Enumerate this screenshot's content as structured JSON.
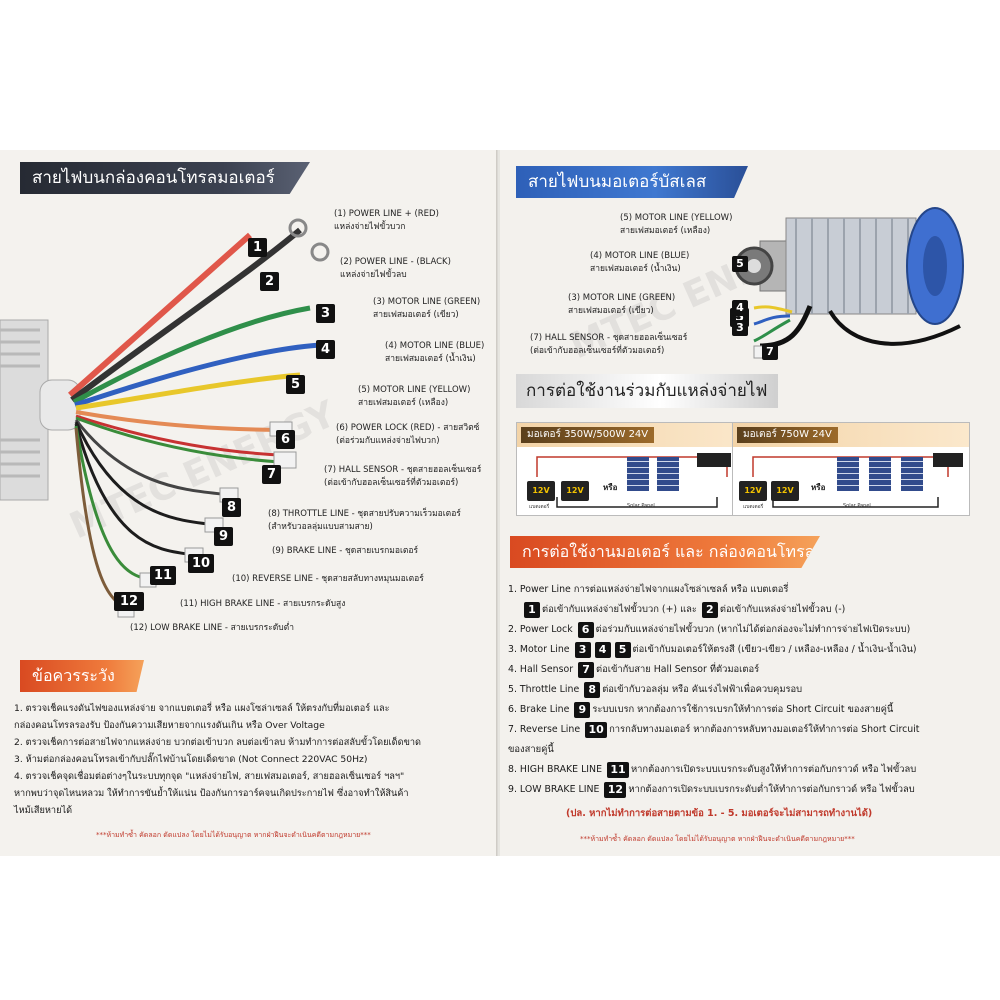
{
  "left": {
    "header": "สายไฟบนกล่องคอนโทรลมอเตอร์",
    "watermark": "MTEC ENERGY",
    "wires": [
      {
        "num": "1",
        "label": "(1) POWER LINE + (RED)",
        "sub": "แหล่งจ่ายไฟขั้วบวก"
      },
      {
        "num": "2",
        "label": "(2) POWER LINE - (BLACK)",
        "sub": "แหล่งจ่ายไฟขั้วลบ"
      },
      {
        "num": "3",
        "label": "(3) MOTOR LINE (GREEN)",
        "sub": "สายเฟสมอเตอร์ (เขียว)"
      },
      {
        "num": "4",
        "label": "(4) MOTOR LINE (BLUE)",
        "sub": "สายเฟสมอเตอร์ (น้ำเงิน)"
      },
      {
        "num": "5",
        "label": "(5) MOTOR LINE (YELLOW)",
        "sub": "สายเฟสมอเตอร์ (เหลือง)"
      },
      {
        "num": "6",
        "label": "(6) POWER LOCK (RED) - สายสวิตซ์",
        "sub": "(ต่อร่วมกับแหล่งจ่ายไฟบวก)"
      },
      {
        "num": "7",
        "label": "(7) HALL SENSOR - ชุดสายฮอลเซ็นเซอร์",
        "sub": "(ต่อเข้ากับฮอลเซ็นเซอร์ที่ตัวมอเตอร์)"
      },
      {
        "num": "8",
        "label": "(8) THROTTLE LINE - ชุดสายปรับความเร็วมอเตอร์",
        "sub": "(สำหรับวอลลุ่มแบบสามสาย)"
      },
      {
        "num": "9",
        "label": "(9) BRAKE LINE - ชุดสายเบรกมอเตอร์",
        "sub": ""
      },
      {
        "num": "10",
        "label": "(10) REVERSE LINE - ชุดสายสลับทางหมุนมอเตอร์",
        "sub": ""
      },
      {
        "num": "11",
        "label": "(11) HIGH BRAKE LINE - สายเบรกระดับสูง",
        "sub": ""
      },
      {
        "num": "12",
        "label": "(12) LOW BRAKE LINE - สายเบรกระดับต่ำ",
        "sub": ""
      }
    ],
    "caution_header": "ข้อควรระวัง",
    "caution": [
      "1. ตรวจเช็คแรงดันไฟของแหล่งจ่าย จากแบตเตอรี่ หรือ แผงโซล่าเซลล์ ให้ตรงกับที่มอเตอร์ และ",
      "กล่องคอนโทรลรองรับ ป้องกันความเสียหายจากแรงดันเกิน หรือ Over Voltage",
      "2. ตรวจเช็คการต่อสายไฟจากแหล่งจ่าย บวกต่อเข้าบวก ลบต่อเข้าลบ ห้ามทำการต่อสลับขั้วโดยเด็ดขาด",
      "3. ห้ามต่อกล่องคอนโทรลเข้ากับปลั๊กไฟบ้านโดยเด็ดขาด (Not Connect 220VAC 50Hz)",
      "4. ตรวจเช็คจุดเชื่อมต่อต่างๆในระบบทุกจุด \"แหล่งจ่ายไฟ, สายเฟสมอเตอร์, สายฮอลเซ็นเซอร์ ฯลฯ\"",
      "หากพบว่าจุดไหนหลวม ให้ทำการขันย้ำให้แน่น ป้องกันการอาร์คจนเกิดประกายไฟ ซึ่งอาจทำให้สินค้า",
      "ไหม้เสียหายได้"
    ],
    "copyright": "***ห้ามทำซ้ำ คัดลอก ดัดแปลง โดยไม่ได้รับอนุญาต หากฝ่าฝืนจะดำเนินคดีตามกฎหมาย***"
  },
  "right": {
    "header": "สายไฟบนมอเตอร์บัสเลส",
    "motor_wires": [
      {
        "label": "(5) MOTOR LINE (YELLOW)",
        "sub": "สายเฟสมอเตอร์ (เหลือง)"
      },
      {
        "label": "(4) MOTOR LINE (BLUE)",
        "sub": "สายเฟสมอเตอร์ (น้ำเงิน)"
      },
      {
        "label": "(3) MOTOR LINE (GREEN)",
        "sub": "สายเฟสมอเตอร์ (เขียว)"
      },
      {
        "label": "(7) HALL SENSOR - ชุดสายฮอลเซ็นเซอร์",
        "sub": "(ต่อเข้ากับฮอลเซ็นเซอร์ที่ตัวมอเตอร์)"
      }
    ],
    "motor_nums": [
      "5",
      "4",
      "3",
      "7"
    ],
    "power_header": "การต่อใช้งานร่วมกับแหล่งจ่ายไฟ",
    "system_a": {
      "title": "มอเตอร์ 350W/500W 24V",
      "batt": "12V",
      "or": "หรือ",
      "batt_caption": "แบตเตอรี่",
      "panel_caption": "Solar Panel"
    },
    "system_b": {
      "title": "มอเตอร์ 750W 24V",
      "batt": "12V",
      "or": "หรือ",
      "batt_caption": "แบตเตอรี่",
      "panel_caption": "Solar Panel"
    },
    "usage_header": "การต่อใช้งานมอเตอร์ และ กล่องคอนโทรล",
    "usage": [
      {
        "pre": "1. Power Line การต่อแหล่งจ่ายไฟจากแผงโซล่าเซลล์ หรือ แบตเตอรี่",
        "nums": [],
        "post": ""
      },
      {
        "pre": "",
        "nums": [
          "1"
        ],
        "post": "ต่อเข้ากับแหล่งจ่ายไฟขั้วบวก (+) และ",
        "nums2": [
          "2"
        ],
        "post2": "ต่อเข้ากับแหล่งจ่ายไฟขั้วลบ (-)"
      },
      {
        "pre": "2. Power Lock",
        "nums": [
          "6"
        ],
        "post": "ต่อร่วมกับแหล่งจ่ายไฟขั้วบวก (หากไม่ได้ต่อกล่องจะไม่ทำการจ่ายไฟเปิดระบบ)"
      },
      {
        "pre": "3. Motor Line",
        "nums": [
          "3",
          "4",
          "5"
        ],
        "post": "ต่อเข้ากับมอเตอร์ให้ตรงสี (เขียว-เขียว / เหลือง-เหลือง / น้ำเงิน-น้ำเงิน)"
      },
      {
        "pre": "4. Hall Sensor",
        "nums": [
          "7"
        ],
        "post": "ต่อเข้ากับสาย Hall Sensor ที่ตัวมอเตอร์"
      },
      {
        "pre": "5. Throttle Line",
        "nums": [
          "8"
        ],
        "post": "ต่อเข้ากับวอลลุ่ม หรือ คันเร่งไฟฟ้าเพื่อควบคุมรอบ"
      },
      {
        "pre": "6. Brake Line",
        "nums": [
          "9"
        ],
        "post": "ระบบเบรก หากต้องการใช้การเบรกให้ทำการต่อ Short Circuit ของสายคู่นี้"
      },
      {
        "pre": "7. Reverse Line",
        "nums": [
          "10"
        ],
        "post": "การกลับทางมอเตอร์ หากต้องการหลับทางมอเตอร์ให้ทำการต่อ Short Circuit"
      },
      {
        "pre": "ของสายคู่นี้",
        "nums": [],
        "post": ""
      },
      {
        "pre": "8. HIGH BRAKE LINE",
        "nums": [
          "11"
        ],
        "post": "หากต้องการเปิดระบบเบรกระดับสูงให้ทำการต่อกับกราวด์ หรือ ไฟขั้วลบ"
      },
      {
        "pre": "9. LOW BRAKE LINE",
        "nums": [
          "12"
        ],
        "post": "หากต้องการเปิดระบบเบรกระดับต่ำให้ทำการต่อกับกราวด์ หรือ ไฟขั้วลบ"
      }
    ],
    "note": "(ปล. หากไม่ทำการต่อสายตามข้อ 1. - 5. มอเตอร์จะไม่สามารถทำงานได้)",
    "copyright": "***ห้ามทำซ้ำ คัดลอก ดัดแปลง โดยไม่ได้รับอนุญาต หากฝ่าฝืนจะดำเนินคดีตามกฎหมาย***"
  },
  "colors": {
    "accent_blue": "#2e60b8",
    "accent_orange": "#e2592a",
    "dark": "#262a33"
  }
}
